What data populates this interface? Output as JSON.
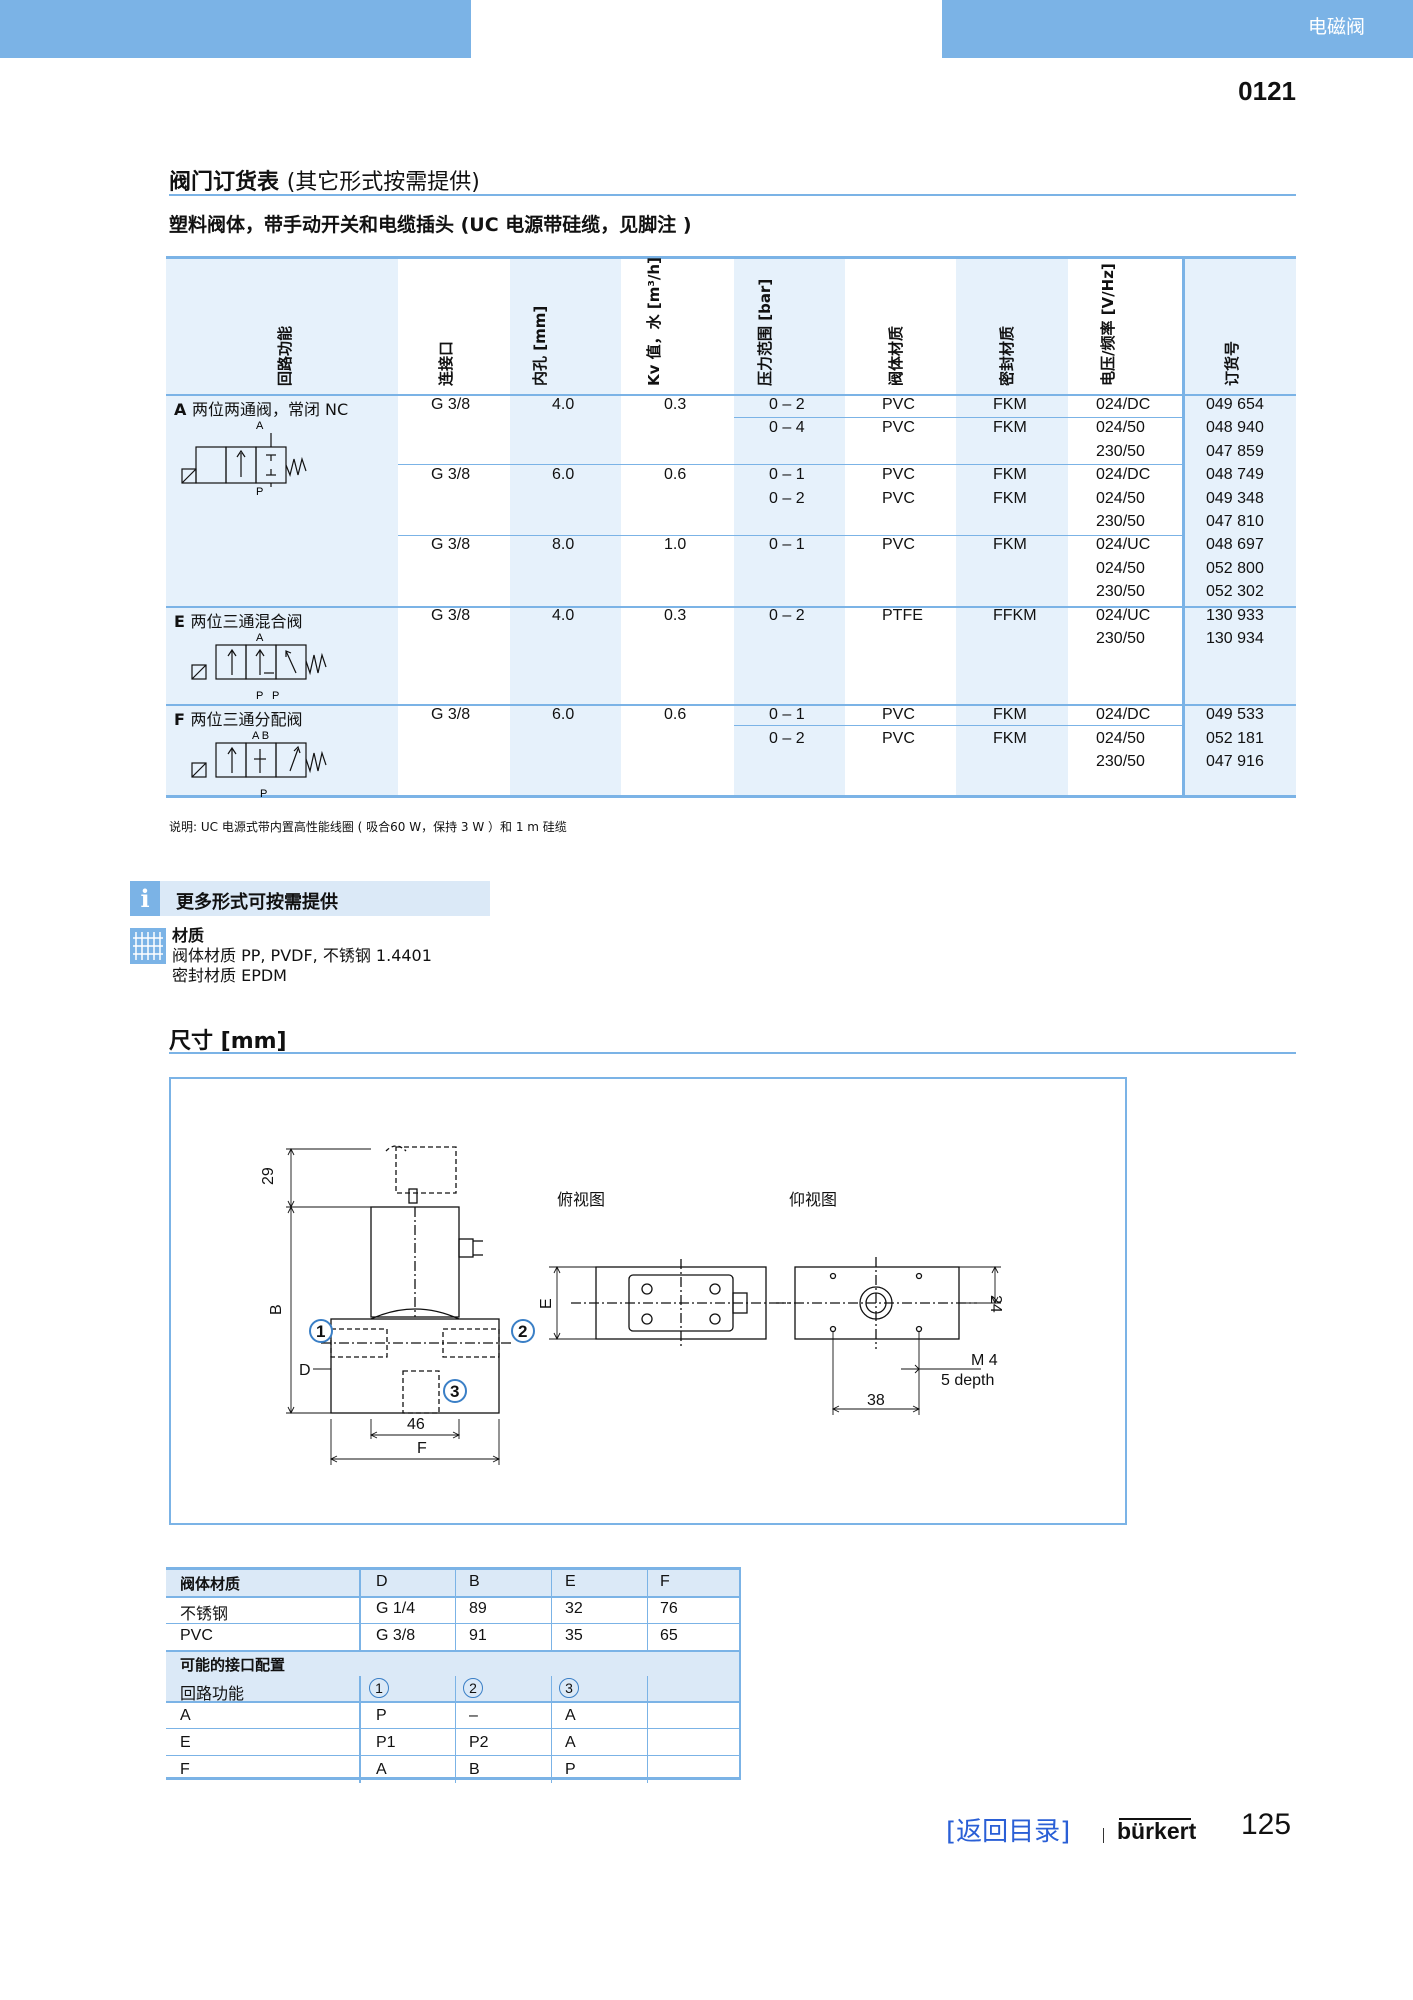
{
  "header": {
    "category": "电磁阀",
    "doc_number": "0121"
  },
  "order_section": {
    "title_bold": "阀门订货表",
    "title_light": "(其它形式按需提供)",
    "subtitle": "塑料阀体，带手动开关和电缆插头 (UC 电源带硅缆，见脚注 )",
    "columns": [
      "回路功能",
      "连接口",
      "内孔 [mm]",
      "Kv 值，水 [m³/h]",
      "压力范围 [bar]",
      "阀体材质",
      "密封材质",
      "电压/频率 [V/Hz]",
      "订货号"
    ],
    "functions": [
      {
        "letter": "A",
        "name": "两位两通阀，常闭 NC",
        "ports": "A\nP"
      },
      {
        "letter": "E",
        "name": "两位三通混合阀",
        "ports_top": "A",
        "ports_bottom": "P  P"
      },
      {
        "letter": "F",
        "name": "两位三通分配阀",
        "ports_top": "A B",
        "ports_bottom": "P"
      }
    ],
    "rows": [
      {
        "port": "G 3/8",
        "bore": "4.0",
        "kv": "0.3",
        "pressure": "0 – 2",
        "body": "PVC",
        "seal": "FKM",
        "voltage": "024/DC",
        "order": "049 654"
      },
      {
        "port": "",
        "bore": "",
        "kv": "",
        "pressure": "0 – 4",
        "body": "PVC",
        "seal": "FKM",
        "voltage": "024/50",
        "order": "048 940"
      },
      {
        "port": "",
        "bore": "",
        "kv": "",
        "pressure": "",
        "body": "",
        "seal": "",
        "voltage": "230/50",
        "order": "047 859"
      },
      {
        "port": "G 3/8",
        "bore": "6.0",
        "kv": "0.6",
        "pressure": "0 – 1",
        "body": "PVC",
        "seal": "FKM",
        "voltage": "024/DC",
        "order": "048 749"
      },
      {
        "port": "",
        "bore": "",
        "kv": "",
        "pressure": "0 – 2",
        "body": "PVC",
        "seal": "FKM",
        "voltage": "024/50",
        "order": "049 348"
      },
      {
        "port": "",
        "bore": "",
        "kv": "",
        "pressure": "",
        "body": "",
        "seal": "",
        "voltage": "230/50",
        "order": "047 810"
      },
      {
        "port": "G 3/8",
        "bore": "8.0",
        "kv": "1.0",
        "pressure": "0 – 1",
        "body": "PVC",
        "seal": "FKM",
        "voltage": "024/UC",
        "order": "048 697"
      },
      {
        "port": "",
        "bore": "",
        "kv": "",
        "pressure": "",
        "body": "",
        "seal": "",
        "voltage": "024/50",
        "order": "052 800"
      },
      {
        "port": "",
        "bore": "",
        "kv": "",
        "pressure": "",
        "body": "",
        "seal": "",
        "voltage": "230/50",
        "order": "052 302"
      },
      {
        "port": "G 3/8",
        "bore": "4.0",
        "kv": "0.3",
        "pressure": "0 – 2",
        "body": "PTFE",
        "seal": "FFKM",
        "voltage": "024/UC",
        "order": "130 933"
      },
      {
        "port": "",
        "bore": "",
        "kv": "",
        "pressure": "",
        "body": "",
        "seal": "",
        "voltage": "230/50",
        "order": "130 934"
      },
      {
        "port": "G 3/8",
        "bore": "6.0",
        "kv": "0.6",
        "pressure": "0 – 1",
        "body": "PVC",
        "seal": "FKM",
        "voltage": "024/DC",
        "order": "049 533"
      },
      {
        "port": "",
        "bore": "",
        "kv": "",
        "pressure": "0 – 2",
        "body": "PVC",
        "seal": "FKM",
        "voltage": "024/50",
        "order": "052 181"
      },
      {
        "port": "",
        "bore": "",
        "kv": "",
        "pressure": "",
        "body": "",
        "seal": "",
        "voltage": "230/50",
        "order": "047 916"
      }
    ],
    "note": "说明: UC 电源式带内置高性能线圈 ( 吸合60 W，保持 3 W ）和 1 m 硅缆"
  },
  "info": {
    "banner": "更多形式可按需提供",
    "material_title": "材质",
    "material_line1": "阀体材质 PP, PVDF, 不锈钢 1.4401",
    "material_line2": "密封材质 EPDM"
  },
  "dimensions": {
    "title": "尺寸 [mm]",
    "drawing": {
      "dim_29": "29",
      "dim_B": "B",
      "dim_D": "D",
      "dim_46": "46",
      "dim_F": "F",
      "dim_E": "E",
      "dim_24": "24",
      "dim_38": "38",
      "dim_M4": "M 4",
      "dim_depth": "5 depth",
      "top_view": "俯视图",
      "bottom_view": "仰视图",
      "port1": "1",
      "port2": "2",
      "port3": "3"
    },
    "table": {
      "header": [
        "阀体材质",
        "D",
        "B",
        "E",
        "F"
      ],
      "rows": [
        [
          "不锈钢",
          "G 1/4",
          "89",
          "32",
          "76"
        ],
        [
          "PVC",
          "G 3/8",
          "91",
          "35",
          "65"
        ]
      ],
      "port_config_title": "可能的接口配置",
      "port_config_header": [
        "回路功能",
        "1",
        "2",
        "3"
      ],
      "port_rows": [
        [
          "A",
          "P",
          "–",
          "A"
        ],
        [
          "E",
          "P1",
          "P2",
          "A"
        ],
        [
          "F",
          "A",
          "B",
          "P"
        ]
      ]
    }
  },
  "footer": {
    "link": "[返回目录]",
    "logo": "bürkert",
    "page": "125"
  }
}
